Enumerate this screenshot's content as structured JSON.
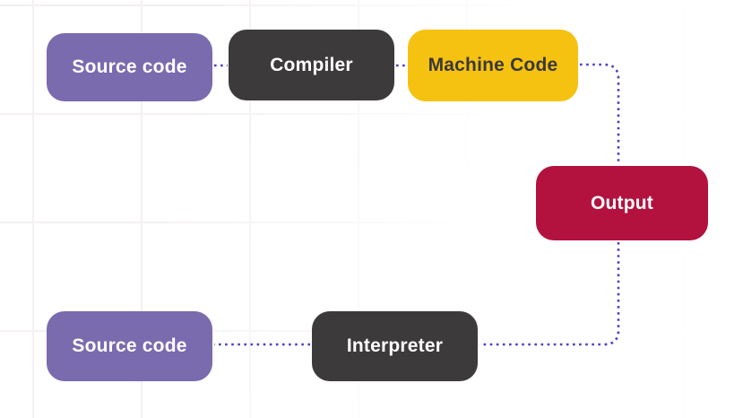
{
  "diagram": {
    "type": "flowchart",
    "background_color": "#ffffff",
    "grid_line_color": "#f4f0f3",
    "connector_color": "#4f41bd",
    "connector_style": "dotted",
    "nodes": [
      {
        "id": "source-code-top",
        "label": "Source code",
        "fill": "#7a6bae",
        "text_color": "#ffffff"
      },
      {
        "id": "compiler",
        "label": "Compiler",
        "fill": "#3d3a3c",
        "text_color": "#ffffff"
      },
      {
        "id": "machine-code",
        "label": "Machine Code",
        "fill": "#f5c211",
        "text_color": "#3b383a"
      },
      {
        "id": "output",
        "label": "Output",
        "fill": "#b3123f",
        "text_color": "#ffffff"
      },
      {
        "id": "interpreter",
        "label": "Interpreter",
        "fill": "#3d3a3c",
        "text_color": "#ffffff"
      },
      {
        "id": "source-code-bottom",
        "label": "Source code",
        "fill": "#7a6bae",
        "text_color": "#ffffff"
      }
    ],
    "edges": [
      {
        "from": "source-code-top",
        "to": "compiler",
        "style": "dotted"
      },
      {
        "from": "compiler",
        "to": "machine-code",
        "style": "dotted"
      },
      {
        "from": "machine-code",
        "to": "output",
        "style": "dotted"
      },
      {
        "from": "output",
        "to": "interpreter",
        "style": "dotted"
      },
      {
        "from": "interpreter",
        "to": "source-code-bottom",
        "style": "dotted"
      }
    ]
  }
}
